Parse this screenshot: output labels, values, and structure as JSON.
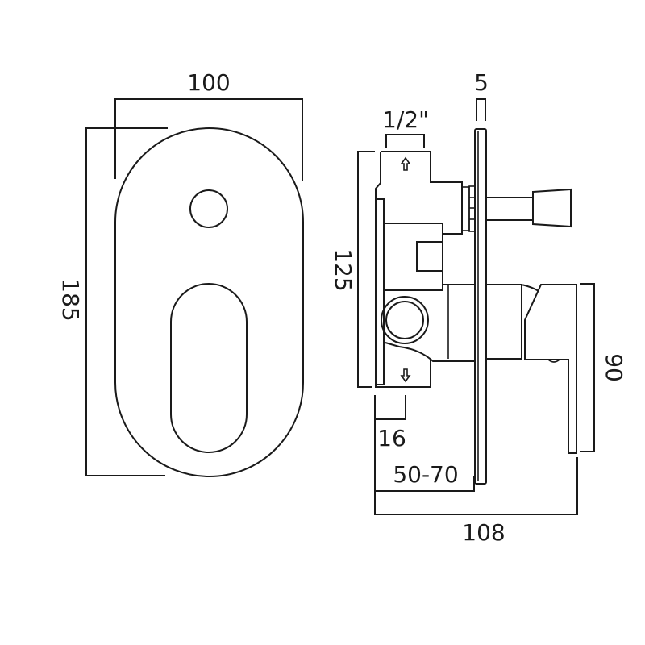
{
  "drawing": {
    "type": "technical-dimension-drawing",
    "subject": "concealed shower valve with oval backplate and diverter",
    "units": "mm",
    "colors": {
      "line": "#1a1a1a",
      "background": "#ffffff"
    },
    "front_view": {
      "dimensions": {
        "width": "100",
        "height": "185"
      }
    },
    "side_view": {
      "dimensions": {
        "plate_thickness": "5",
        "inlet_size": "1/2\"",
        "body_height": "125",
        "handle_height": "90",
        "outlet_offset": "16",
        "wall_depth_range": "50-70",
        "total_depth": "108"
      },
      "arrows": {
        "inlet": "up-arrow",
        "outlet": "down-arrow"
      }
    }
  }
}
